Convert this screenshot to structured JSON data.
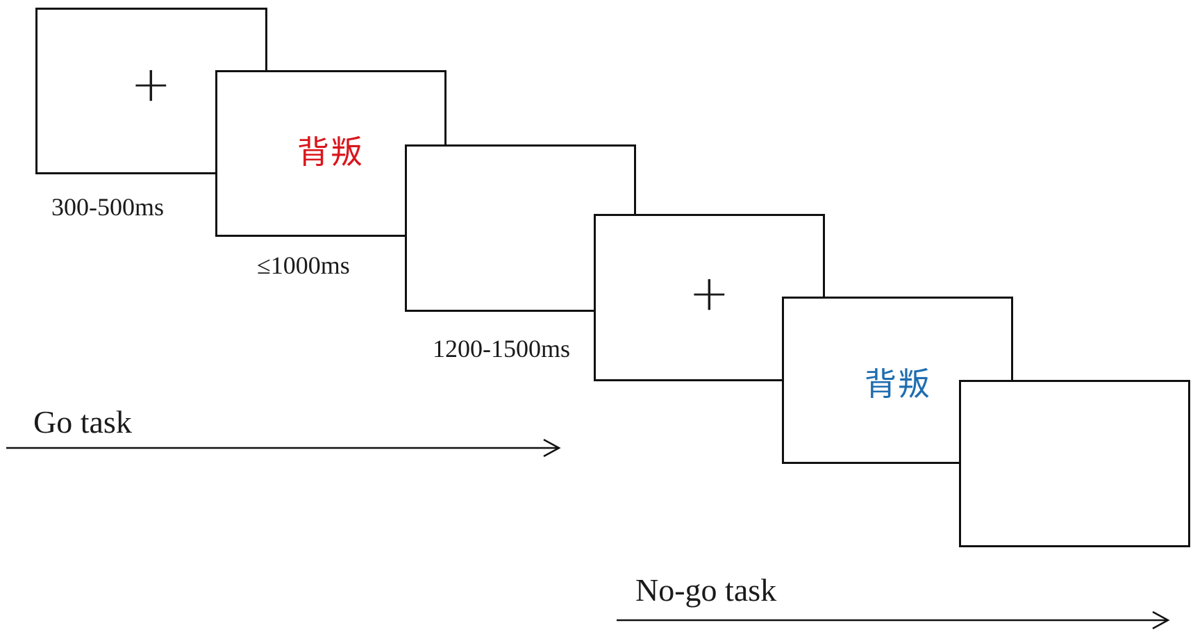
{
  "colors": {
    "go_word": "#d9161c",
    "nogo_word": "#1f6db0",
    "line": "#111111"
  },
  "trial_go": {
    "fixation": "+",
    "fixation_duration": "300-500ms",
    "stimulus_word": "背叛",
    "stimulus_duration": "≤1000ms",
    "blank_duration": "1200-1500ms"
  },
  "trial_nogo": {
    "fixation": "+",
    "stimulus_word": "背叛"
  },
  "labels": {
    "go_task": "Go task",
    "nogo_task": "No-go task"
  }
}
